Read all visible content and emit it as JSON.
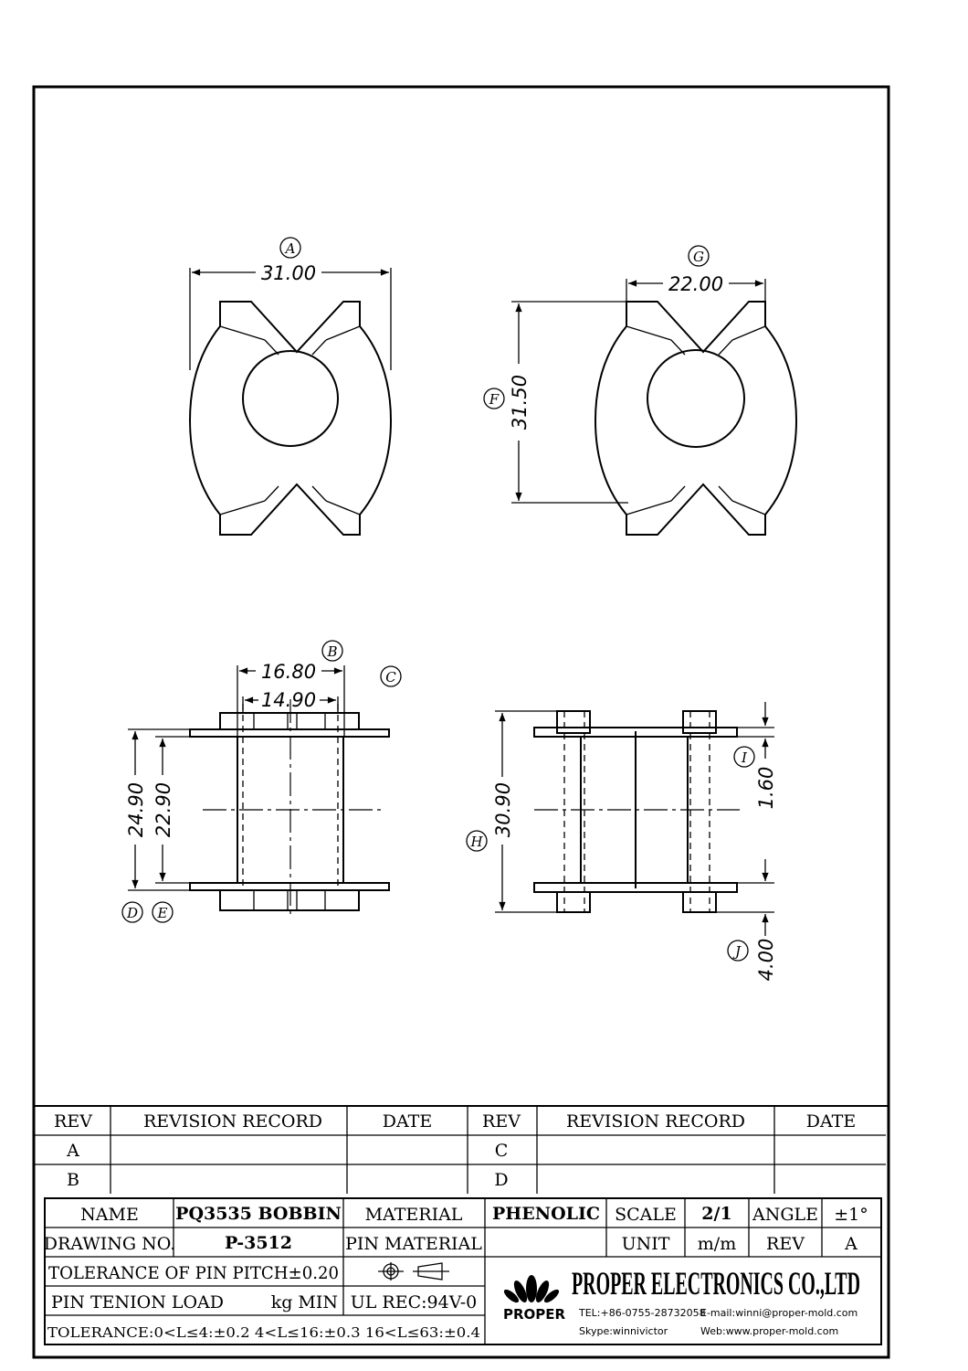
{
  "views": {
    "front_left": {
      "callout": "A",
      "width": "31.00"
    },
    "front_right": {
      "callout_g": "G",
      "width": "22.00",
      "callout_f": "F",
      "height": "31.50"
    },
    "side_left": {
      "callout_b": "B",
      "callout_c": "C",
      "top_outer": "16.80",
      "top_inner": "14.90",
      "height_outer": "24.90",
      "height_inner": "22.90",
      "callout_d": "D",
      "callout_e": "E"
    },
    "side_right": {
      "callout_h": "H",
      "height": "30.90",
      "callout_i": "I",
      "flange": "1.60",
      "callout_j": "J",
      "pin": "4.00"
    }
  },
  "revision": {
    "headers": [
      "REV",
      "REVISION RECORD",
      "DATE",
      "REV",
      "REVISION RECORD",
      "DATE"
    ],
    "rows": [
      [
        "A",
        "",
        "",
        "C",
        "",
        ""
      ],
      [
        "B",
        "",
        "",
        "D",
        "",
        ""
      ]
    ]
  },
  "title_block": {
    "name_label": "NAME",
    "name_value": "PQ3535 BOBBIN",
    "material_label": "MATERIAL",
    "material_value": "PHENOLIC",
    "scale_label": "SCALE",
    "scale_value": "2/1",
    "angle_label": "ANGLE",
    "angle_value": "±1°",
    "drawing_no_label": "DRAWING NO.",
    "drawing_no_value": "P-3512",
    "pin_material_label": "PIN MATERIAL",
    "pin_material_value": "",
    "unit_label": "UNIT",
    "unit_value": "m/m",
    "rev_label": "REV",
    "rev_value": "A",
    "tolerance_pitch": "TOLERANCE OF PIN PITCH±0.20",
    "pin_load_label": "PIN TENION LOAD",
    "pin_load_unit": "kg MIN",
    "ul": "UL REC:94V-0",
    "tolerance": "TOLERANCE:0<L≤4:±0.2  4<L≤16:±0.3  16<L≤63:±0.4",
    "company": "PROPER ELECTRONICS CO.,LTD",
    "logo_text": "PROPER",
    "tel": "TEL:+86-0755-28732058",
    "email": "E-mail:winni@proper-mold.com",
    "skype": "Skype:winnivictor",
    "web": "Web:www.proper-mold.com"
  }
}
